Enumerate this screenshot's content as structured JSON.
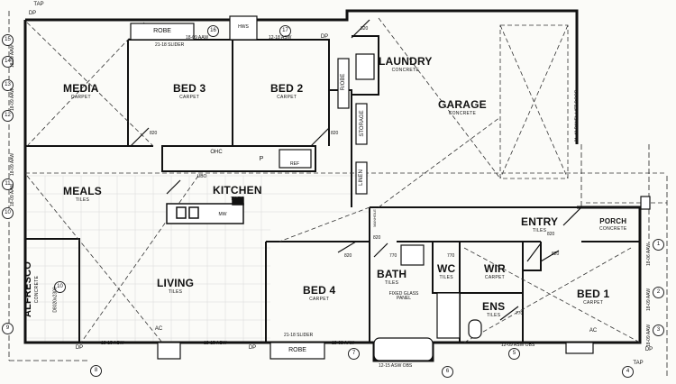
{
  "rooms": {
    "media": {
      "name": "MEDIA",
      "finish": "CARPET"
    },
    "bed3": {
      "name": "BED 3",
      "finish": "CARPET"
    },
    "bed2": {
      "name": "BED 2",
      "finish": "CARPET"
    },
    "laundry": {
      "name": "LAUNDRY",
      "finish": "CONCRETE"
    },
    "garage": {
      "name": "GARAGE",
      "finish": "CONCRETE"
    },
    "meals": {
      "name": "MEALS",
      "finish": "TILES"
    },
    "kitchen": {
      "name": "KITCHEN",
      "finish": "TILES"
    },
    "entry": {
      "name": "ENTRY",
      "finish": "TILES"
    },
    "porch": {
      "name": "PORCH",
      "finish": "CONCRETE"
    },
    "alfresco": {
      "name": "ALFRESCO",
      "finish": "CONCRETE"
    },
    "living": {
      "name": "LIVING",
      "finish": "TILES"
    },
    "bed4": {
      "name": "BED 4",
      "finish": "CARPET"
    },
    "bath": {
      "name": "BATH",
      "finish": "TILES"
    },
    "wc": {
      "name": "WC",
      "finish": "TILES"
    },
    "wir": {
      "name": "WIR",
      "finish": "CARPET"
    },
    "ens": {
      "name": "ENS",
      "finish": "TILES"
    },
    "bed1": {
      "name": "BED 1",
      "finish": "CARPET"
    }
  },
  "fixtures": {
    "robe_top": "ROBE",
    "robe_bottom": "ROBE",
    "hws": "HWS",
    "robe_side": "R/OBE",
    "storage": "STORAGE",
    "linen": "LINEN",
    "ohc": "OHC",
    "ubo": "UBO",
    "p": "P",
    "ref": "REF",
    "mw": "MW",
    "tap": "TAP",
    "dp": "DP",
    "ac": "AC",
    "fixed_glass": "FIXED GLASS PANEL",
    "garage_door": "21-48 PANEL LIFT DOOR",
    "manhole": "MANHOLE"
  },
  "door_sizes": [
    "820",
    "820",
    "820",
    "820",
    "820",
    "820",
    "820",
    "770",
    "770",
    "770"
  ],
  "window_codes": {
    "top_bed3": "18-09 AAW",
    "top_bed2": "12-18 ASW",
    "slider_bed3": "21-18 SLIDER",
    "slider_bed4": "21-18 SLIDER",
    "left_1": "18-09 AAW",
    "left_2": "18-09 AAW",
    "left_3": "18-09 AAW",
    "left_4": "18-09 AAW",
    "alfresco_size": "D8020x2300",
    "bottom_living": "18-15 ASW",
    "bottom_living2": "18-15 ASW",
    "bottom_bed4": "18-03 AAW",
    "bottom_bath": "12-15 ASW OBS",
    "bottom_ens": "12-09 ASW OBS",
    "right_1": "18-06 AAW",
    "right_2": "18-09 AAW",
    "right_3": "18-09 AAW"
  },
  "markers": {
    "top": [
      "16",
      "17"
    ],
    "left": [
      "15",
      "14",
      "13",
      "12",
      "11",
      "10",
      "9"
    ],
    "bottom": [
      "8",
      "7",
      "6",
      "5",
      "4"
    ],
    "right": [
      "1",
      "2",
      "3"
    ],
    "alfresco": "10"
  },
  "legend_pixels": {}
}
